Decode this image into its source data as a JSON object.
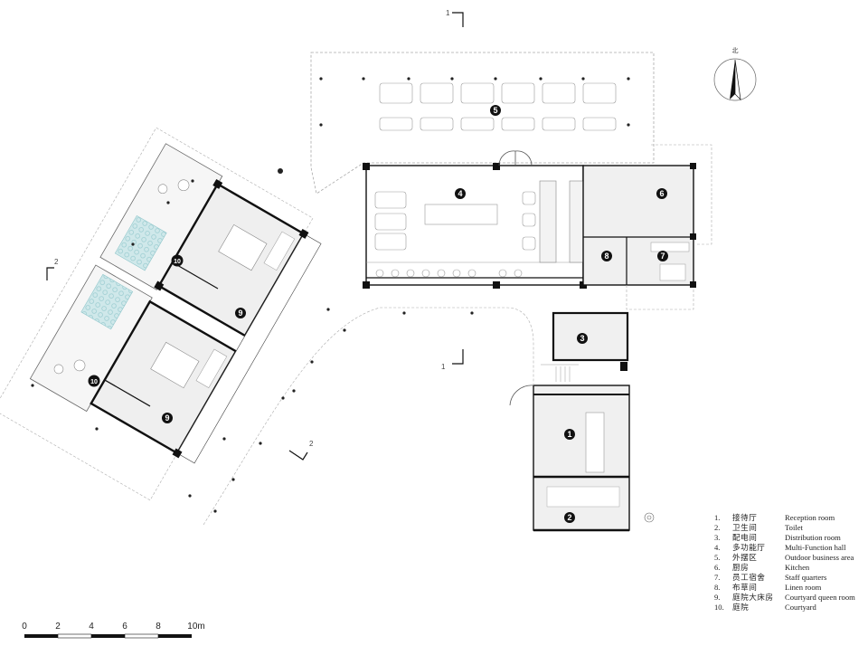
{
  "legend": [
    {
      "num": "1.",
      "zh": "接待厅",
      "en": "Reception room"
    },
    {
      "num": "2.",
      "zh": "卫生间",
      "en": "Toilet"
    },
    {
      "num": "3.",
      "zh": "配电间",
      "en": "Distribution room"
    },
    {
      "num": "4.",
      "zh": "多功能厅",
      "en": "Multi-Function hall"
    },
    {
      "num": "5.",
      "zh": "外摆区",
      "en": "Outdoor business area"
    },
    {
      "num": "6.",
      "zh": "厨房",
      "en": "Kitchen"
    },
    {
      "num": "7.",
      "zh": "员工宿舍",
      "en": "Staff quarters"
    },
    {
      "num": "8.",
      "zh": "布草间",
      "en": "Linen room"
    },
    {
      "num": "9.",
      "zh": "庭院大床房",
      "en": "Courtyard queen room"
    },
    {
      "num": "10.",
      "zh": "庭院",
      "en": "Courtyard"
    }
  ],
  "room_markers": {
    "m1": "1",
    "m2": "2",
    "m3": "3",
    "m4": "4",
    "m5": "5",
    "m6": "6",
    "m7": "7",
    "m8": "8",
    "m9a": "9",
    "m9b": "9",
    "m10a": "10",
    "m10b": "10"
  },
  "section_markers": {
    "s1a": "1",
    "s1b": "1",
    "s2a": "2",
    "s2b": "2"
  },
  "north_label": "北",
  "scale_bar": {
    "labels": [
      "0",
      "2",
      "4",
      "6",
      "8",
      "10m"
    ]
  }
}
